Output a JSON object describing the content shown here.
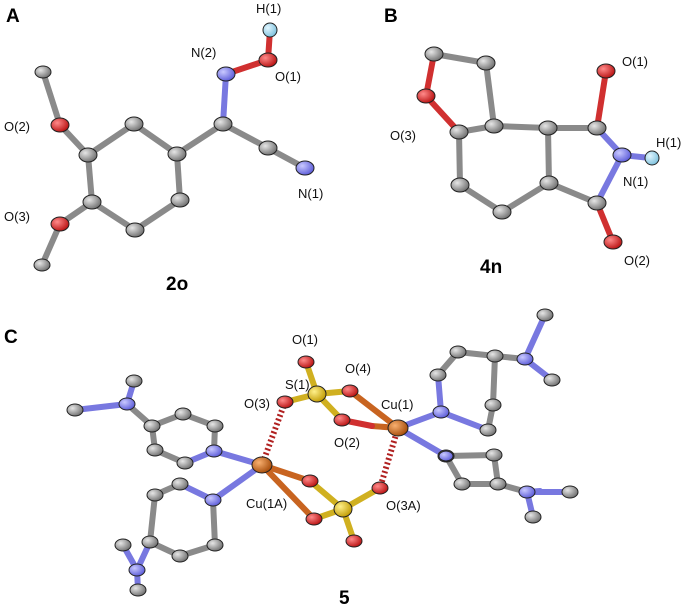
{
  "panels": {
    "A": {
      "letter": "A",
      "compound": "2o",
      "labels": {
        "h1": "H(1)",
        "n2": "N(2)",
        "o1": "O(1)",
        "o2": "O(2)",
        "o3": "O(3)",
        "n1": "N(1)"
      }
    },
    "B": {
      "letter": "B",
      "compound": "4n",
      "labels": {
        "o1": "O(1)",
        "o3": "O(3)",
        "h1": "H(1)",
        "n1": "N(1)",
        "o2": "O(2)"
      }
    },
    "C": {
      "letter": "C",
      "compound": "5",
      "labels": {
        "o1": "O(1)",
        "o4": "O(4)",
        "o3": "O(3)",
        "s1": "S(1)",
        "cu1": "Cu(1)",
        "o2": "O(2)",
        "cu1a": "Cu(1A)",
        "o3a": "O(3A)"
      }
    }
  },
  "colors": {
    "carbon": "#9a9a9a",
    "nitrogen": "#8484f0",
    "oxygen": "#e02a2a",
    "hydrogen": "#9ed4ea",
    "sulfur": "#e8c21a",
    "copper": "#d2691e"
  }
}
